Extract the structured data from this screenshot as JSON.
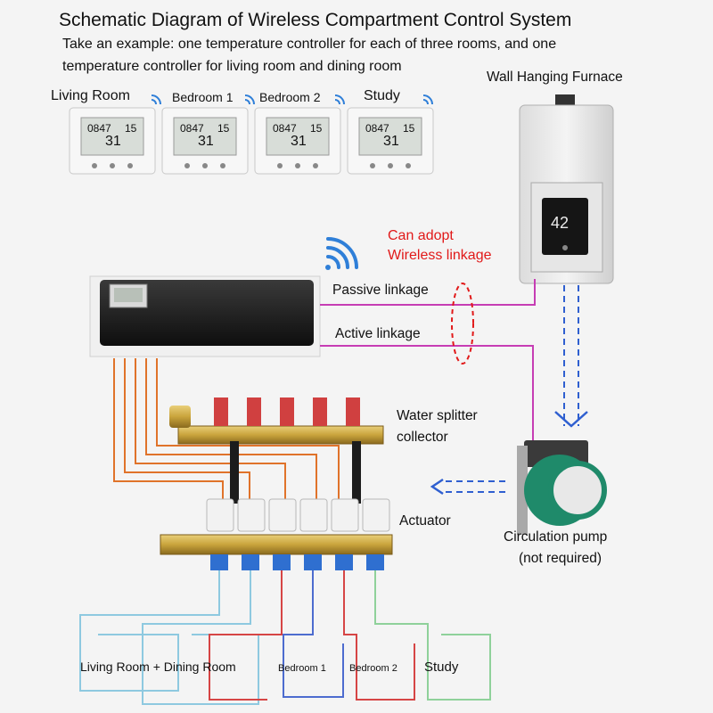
{
  "title": "Schematic Diagram of Wireless Compartment Control System",
  "subtitle_line1": "Take an example: one temperature controller for each of three rooms, and one",
  "subtitle_line2": "temperature controller for living room and dining room",
  "thermostats": [
    {
      "room": "Living Room",
      "display_top": "15",
      "display_main": "31",
      "display_code": "0847"
    },
    {
      "room": "Bedroom 1",
      "display_top": "15",
      "display_main": "31",
      "display_code": "0847"
    },
    {
      "room": "Bedroom 2",
      "display_top": "15",
      "display_main": "31",
      "display_code": "0847"
    },
    {
      "room": "Study",
      "display_top": "15",
      "display_main": "31",
      "display_code": "0847"
    }
  ],
  "furnace": {
    "label": "Wall Hanging Furnace",
    "display": "42"
  },
  "wireless_note": {
    "line1": "Can adopt",
    "line2": "Wireless linkage"
  },
  "links": {
    "passive": "Passive linkage",
    "active": "Active linkage"
  },
  "manifold": {
    "line1": "Water splitter",
    "line2": "collector"
  },
  "actuator_label": "Actuator",
  "pump": {
    "line1": "Circulation pump",
    "line2": "(not required)"
  },
  "zones": [
    {
      "name": "Living Room + Dining Room",
      "color": "#8ec9e0"
    },
    {
      "name": "Bedroom 1",
      "color": "#4d6ccf"
    },
    {
      "name": "Bedroom 2",
      "color": "#d64545"
    },
    {
      "name": "Study",
      "color": "#8fd19a"
    }
  ],
  "colors": {
    "link_wire": "#c63db4",
    "control_wire": "#e0732a",
    "water_flow": "#2f5fd0",
    "annotation_red": "#e11919"
  }
}
